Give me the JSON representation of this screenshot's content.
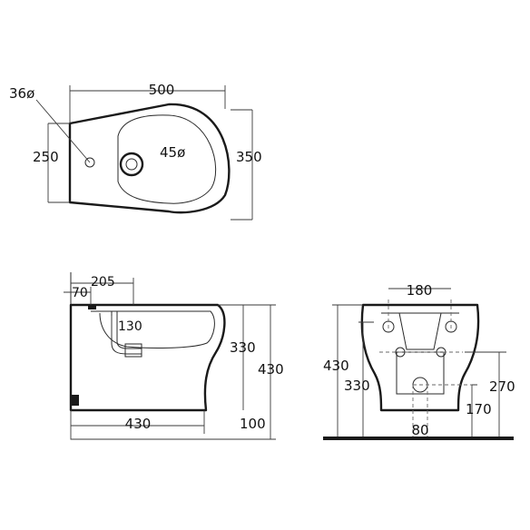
{
  "top_view": {
    "overall_length": "500",
    "tap_hole_diameter": "36ø",
    "drain_diameter": "45ø",
    "rear_width": "250",
    "overall_width": "350"
  },
  "side_view": {
    "drain_offset": "205",
    "tap_offset": "70",
    "drain_depth": "130",
    "rim_height": "330",
    "total_height": "430",
    "base_length": "430",
    "wall_clearance": "100"
  },
  "rear_view": {
    "fixing_spacing": "180",
    "total_height": "430",
    "rim_height": "330",
    "fixing_height": "270",
    "outlet_height": "170",
    "outlet_width": "80"
  }
}
